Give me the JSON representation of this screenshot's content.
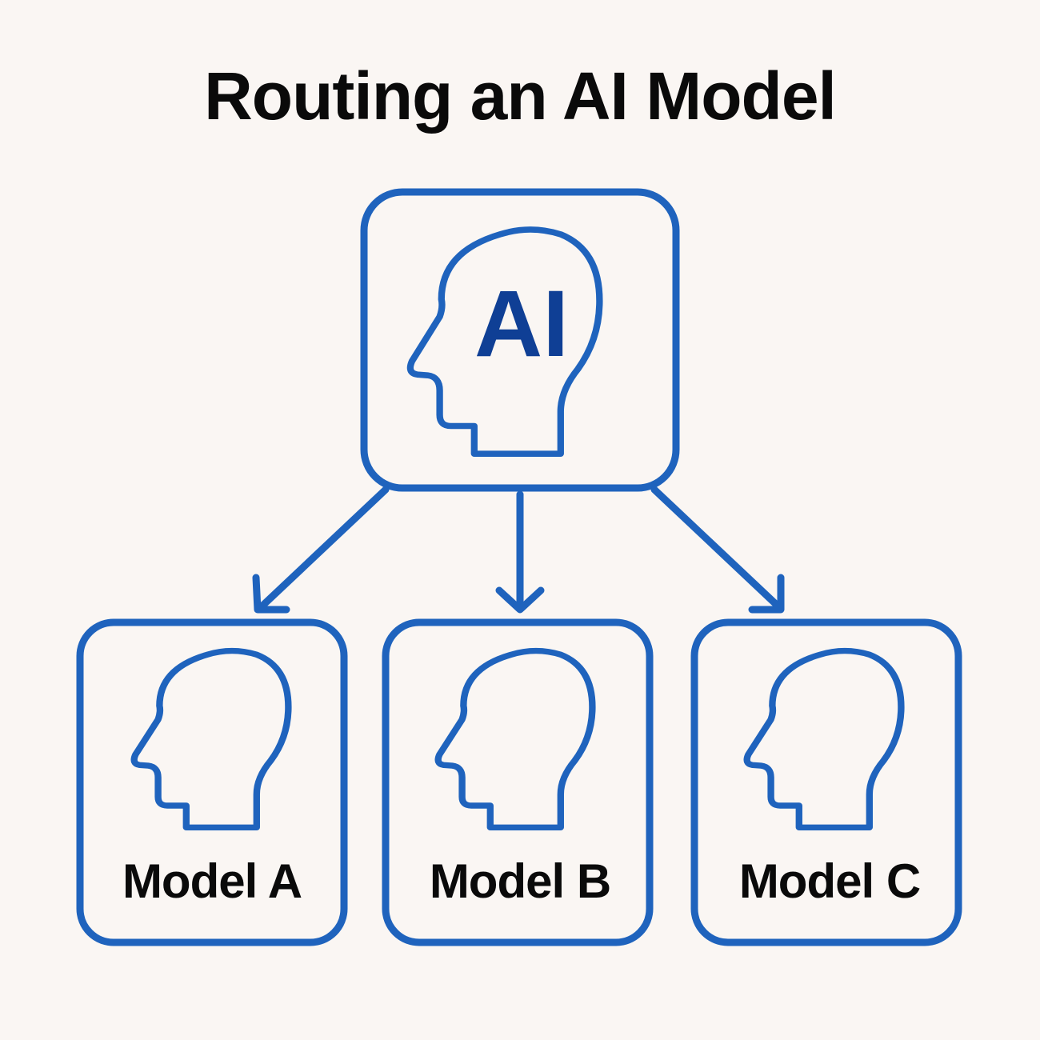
{
  "title": "Routing an AI Model",
  "router": {
    "label": "AI",
    "icon": "ai-head-icon"
  },
  "models": [
    {
      "label": "Model A",
      "icon": "head-icon"
    },
    {
      "label": "Model B",
      "icon": "head-icon"
    },
    {
      "label": "Model C",
      "icon": "head-icon"
    }
  ],
  "colors": {
    "stroke": "#1f63bd",
    "ai_text": "#0f3f95",
    "background": "#faf6f3",
    "text": "#0a0a0a"
  }
}
